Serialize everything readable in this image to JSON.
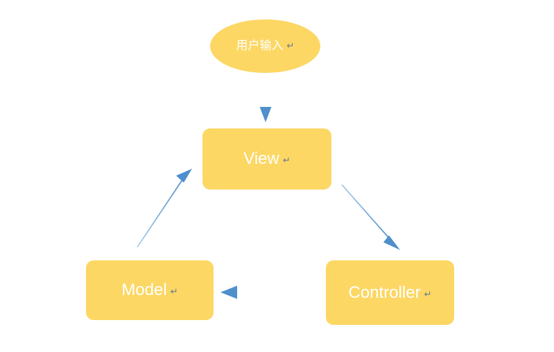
{
  "diagram": {
    "title": "MVC flow diagram",
    "background_color": "#ffffff",
    "node_fill_color": "#FCD764",
    "node_text_color": "#ffffff",
    "arrow_color": "#5B9BD5",
    "return_glyph": "↵",
    "nodes": [
      {
        "id": "user-input",
        "label": "用户输入",
        "shape": "ellipse"
      },
      {
        "id": "view",
        "label": "View",
        "shape": "rounded-rect"
      },
      {
        "id": "model",
        "label": "Model",
        "shape": "rounded-rect"
      },
      {
        "id": "controller",
        "label": "Controller",
        "shape": "rounded-rect"
      }
    ],
    "edges": [
      {
        "id": "user-input-to-view",
        "from": "用户输入",
        "to": "View",
        "direction": "down",
        "label": ""
      },
      {
        "id": "view-to-controller",
        "from": "View",
        "to": "Controller",
        "direction": "down-right",
        "label": ""
      },
      {
        "id": "controller-to-model",
        "from": "Controller",
        "to": "Model",
        "direction": "left",
        "label": ""
      },
      {
        "id": "model-to-view",
        "from": "Model",
        "to": "View",
        "direction": "up-right",
        "label": ""
      }
    ]
  }
}
